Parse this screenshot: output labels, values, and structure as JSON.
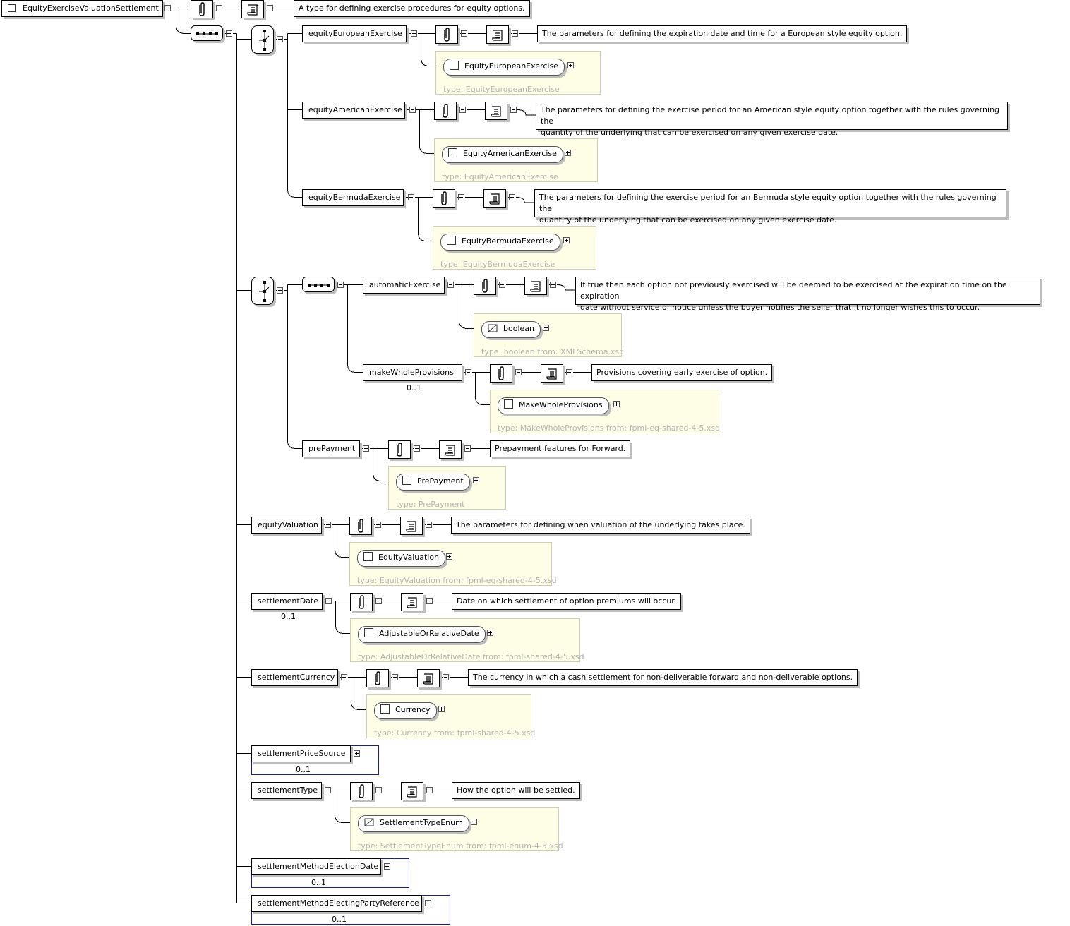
{
  "root": {
    "name": "EquityExerciseValuationSettlement",
    "doc": "A type for defining exercise procedures for equity options."
  },
  "choice1": {
    "european": {
      "name": "equityEuropeanExercise",
      "doc": "The parameters for defining the expiration date and time for a European style equity option.",
      "type_name": "EquityEuropeanExercise",
      "type_caption": "type: EquityEuropeanExercise"
    },
    "american": {
      "name": "equityAmericanExercise",
      "doc_line1": "The parameters for defining the exercise period for an American style equity option together with the rules governing the",
      "doc_line2": "quantity of the underlying that can be exercised on any given exercise date.",
      "type_name": "EquityAmericanExercise",
      "type_caption": "type: EquityAmericanExercise"
    },
    "bermuda": {
      "name": "equityBermudaExercise",
      "doc_line1": "The parameters for defining the exercise period for an Bermuda style equity option together with the rules governing the",
      "doc_line2": "quantity of the underlying that can be exercised on any given exercise date.",
      "type_name": "EquityBermudaExercise",
      "type_caption": "type: EquityBermudaExercise"
    }
  },
  "choice2": {
    "automatic": {
      "name": "automaticExercise",
      "doc_line1": "If true then each option not previously exercised will be deemed to be exercised at the expiration time on the expiration",
      "doc_line2": "date without service of notice unless the buyer notifies the seller that it no longer wishes this to occur.",
      "type_name": "boolean",
      "type_caption": "type: boolean from: XMLSchema.xsd"
    },
    "makewhole": {
      "name": "makeWholeProvisions",
      "occurs": "0..1",
      "doc": "Provisions covering early exercise of option.",
      "type_name": "MakeWholeProvisions",
      "type_caption": "type: MakeWholeProvisions from: fpml-eq-shared-4-5.xsd"
    },
    "prepayment": {
      "name": "prePayment",
      "doc": "Prepayment features for Forward.",
      "type_name": "PrePayment",
      "type_caption": "type: PrePayment"
    }
  },
  "equityValuation": {
    "name": "equityValuation",
    "doc": "The parameters for defining when valuation of the underlying takes place.",
    "type_name": "EquityValuation",
    "type_caption": "type: EquityValuation from: fpml-eq-shared-4-5.xsd"
  },
  "settlementDate": {
    "name": "settlementDate",
    "occurs": "0..1",
    "doc": "Date on which settlement of option premiums will occur.",
    "type_name": "AdjustableOrRelativeDate",
    "type_caption": "type: AdjustableOrRelativeDate from: fpml-shared-4-5.xsd"
  },
  "settlementCurrency": {
    "name": "settlementCurrency",
    "doc": "The currency in which a cash settlement for non-deliverable forward and non-deliverable options.",
    "type_name": "Currency",
    "type_caption": "type: Currency from: fpml-shared-4-5.xsd"
  },
  "settlementPriceSource": {
    "name": "settlementPriceSource",
    "occurs": "0..1"
  },
  "settlementType": {
    "name": "settlementType",
    "doc": "How the option will be settled.",
    "type_name": "SettlementTypeEnum",
    "type_caption": "type: SettlementTypeEnum from: fpml-enum-4-5.xsd"
  },
  "settlementMethodElectionDate": {
    "name": "settlementMethodElectionDate",
    "occurs": "0..1"
  },
  "settlementMethodElectingPartyReference": {
    "name": "settlementMethodElectingPartyReference",
    "occurs": "0..1"
  },
  "icons": [
    "clip-icon",
    "scroll-icon",
    "sequence-icon",
    "choice-icon",
    "collapse-toggle",
    "expand-toggle"
  ]
}
